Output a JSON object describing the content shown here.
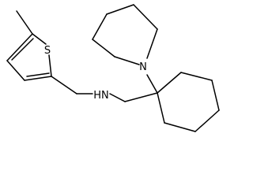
{
  "molecule": {
    "atoms": {
      "sulfur": "S",
      "amine_nitrogen": "HN",
      "piperidine_nitrogen": "N"
    }
  },
  "colors": {
    "background": "#ffffff",
    "bond": "#000000",
    "label": "#000000"
  }
}
